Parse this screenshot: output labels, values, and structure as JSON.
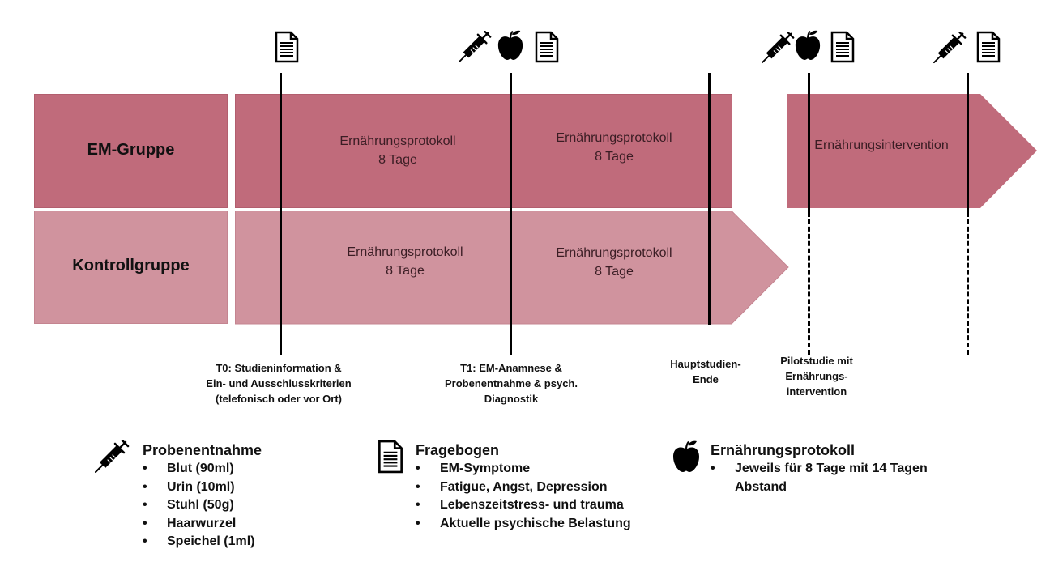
{
  "groups": {
    "em": "EM-Gruppe",
    "kontroll": "Kontrollgruppe"
  },
  "phases": {
    "em_1": {
      "line1": "Ernährungsprotokoll",
      "line2": "8 Tage"
    },
    "em_2": {
      "line1": "Ernährungsprotokoll",
      "line2": "8 Tage"
    },
    "em_3": {
      "line1": "Ernährungsintervention"
    },
    "ko_1": {
      "line1": "Ernährungsprotokoll",
      "line2": "8 Tage"
    },
    "ko_2": {
      "line1": "Ernährungsprotokoll",
      "line2": "8 Tage"
    }
  },
  "milestones": {
    "t0": [
      "T0: Studieninformation &",
      "Ein- und Ausschlusskriterien",
      "(telefonisch oder vor Ort)"
    ],
    "t1": [
      "T1: EM-Anamnese &",
      "Probenentnahme & psych.",
      "Diagnostik"
    ],
    "ende": [
      "Hauptstudien-",
      "Ende"
    ],
    "pilot": [
      "Pilotstudie mit",
      "Ernährungs-",
      "intervention"
    ]
  },
  "legend": {
    "probe": {
      "title": "Probenentnahme",
      "items": [
        "Blut (90ml)",
        "Urin (10ml)",
        "Stuhl (50g)",
        "Haarwurzel",
        "Speichel (1ml)"
      ],
      "icon": "syringe-icon"
    },
    "frage": {
      "title": "Fragebogen",
      "items": [
        "EM-Symptome",
        "Fatigue, Angst, Depression",
        "Lebenszeitstress- und trauma",
        "Aktuelle psychische Belastung"
      ],
      "icon": "document-icon"
    },
    "ernaehrung": {
      "title": "Ernährungsprotokoll",
      "items": [
        "Jeweils für 8 Tage mit 14 Tagen Abstand"
      ],
      "icon": "apple-icon"
    }
  },
  "colors": {
    "em_group": "#c06b7b",
    "kontroll_group": "#d0939e",
    "text_dark": "#111111"
  }
}
